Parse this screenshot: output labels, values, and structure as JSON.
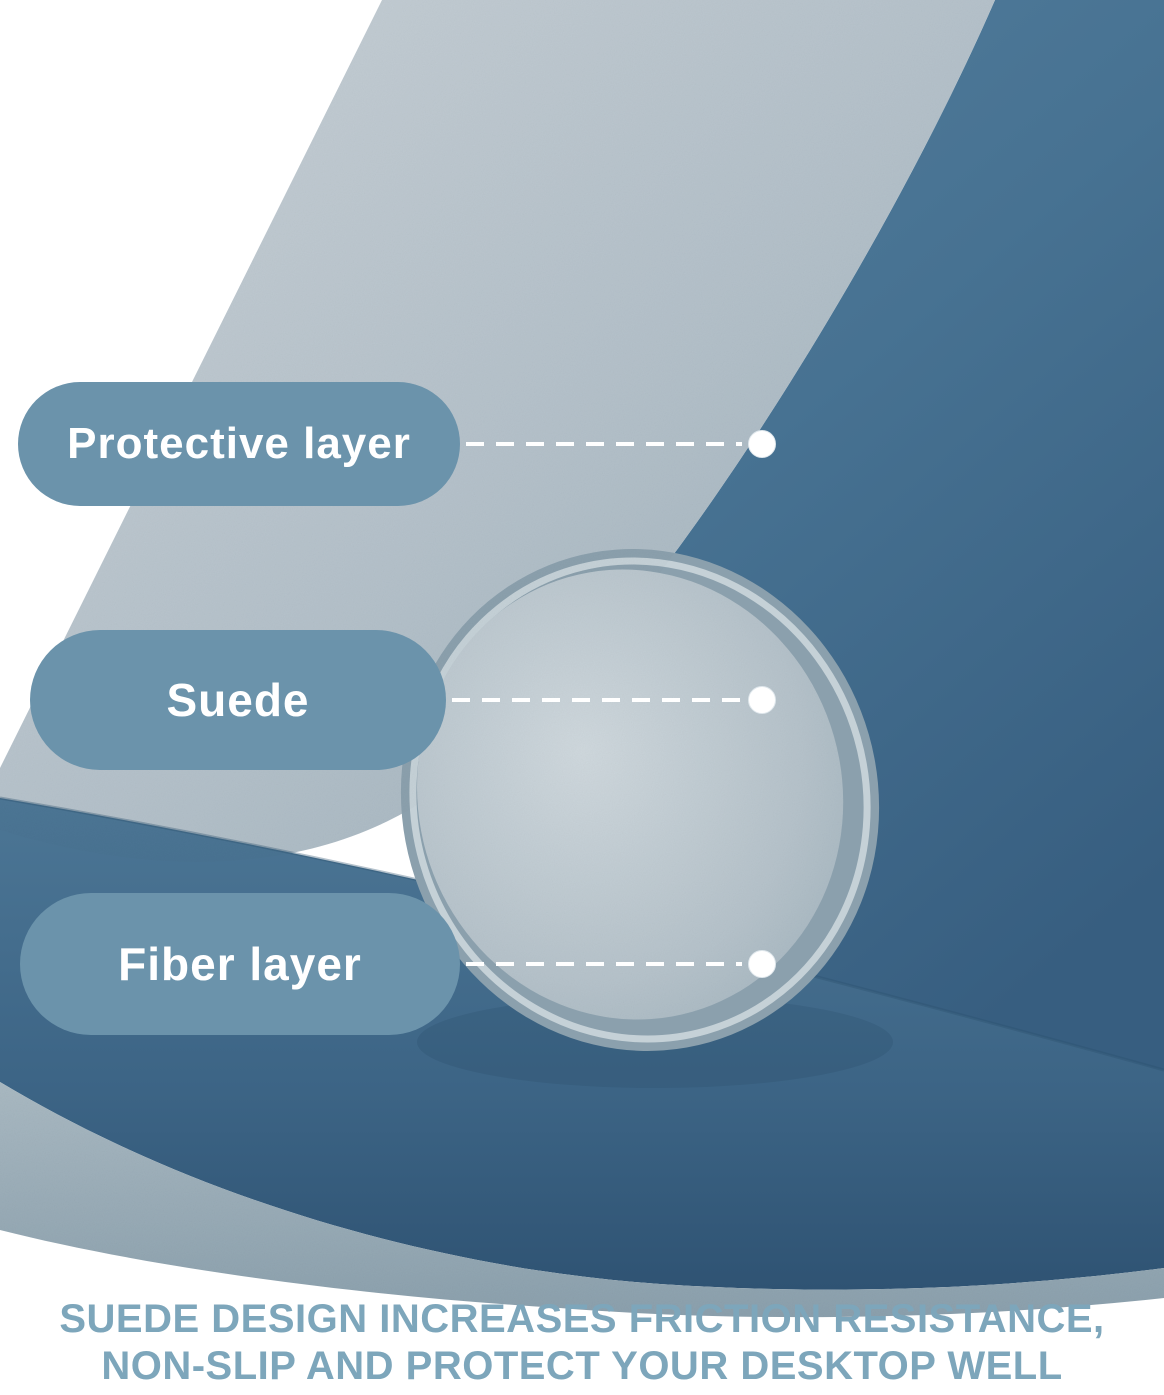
{
  "callouts": [
    {
      "label": "Protective layer"
    },
    {
      "label": "Suede"
    },
    {
      "label": "Fiber layer"
    }
  ],
  "caption": {
    "line1": "SUEDE DESIGN INCREASES FRICTION RESISTANCE,",
    "line2": "NON-SLIP AND PROTECT YOUR DESKTOP WELL"
  },
  "colors": {
    "background": "#ffffff",
    "pill_bg": "#6b93ab",
    "pill_text": "#ffffff",
    "caption_text": "#7da6bb",
    "mat_suede_gray": "#b5c2ca",
    "mat_leather_blue": "#477292",
    "mat_roll_blue": "#3c6485",
    "mat_edge_gray": "#8ba0ad",
    "callout_dot": "#ffffff"
  }
}
